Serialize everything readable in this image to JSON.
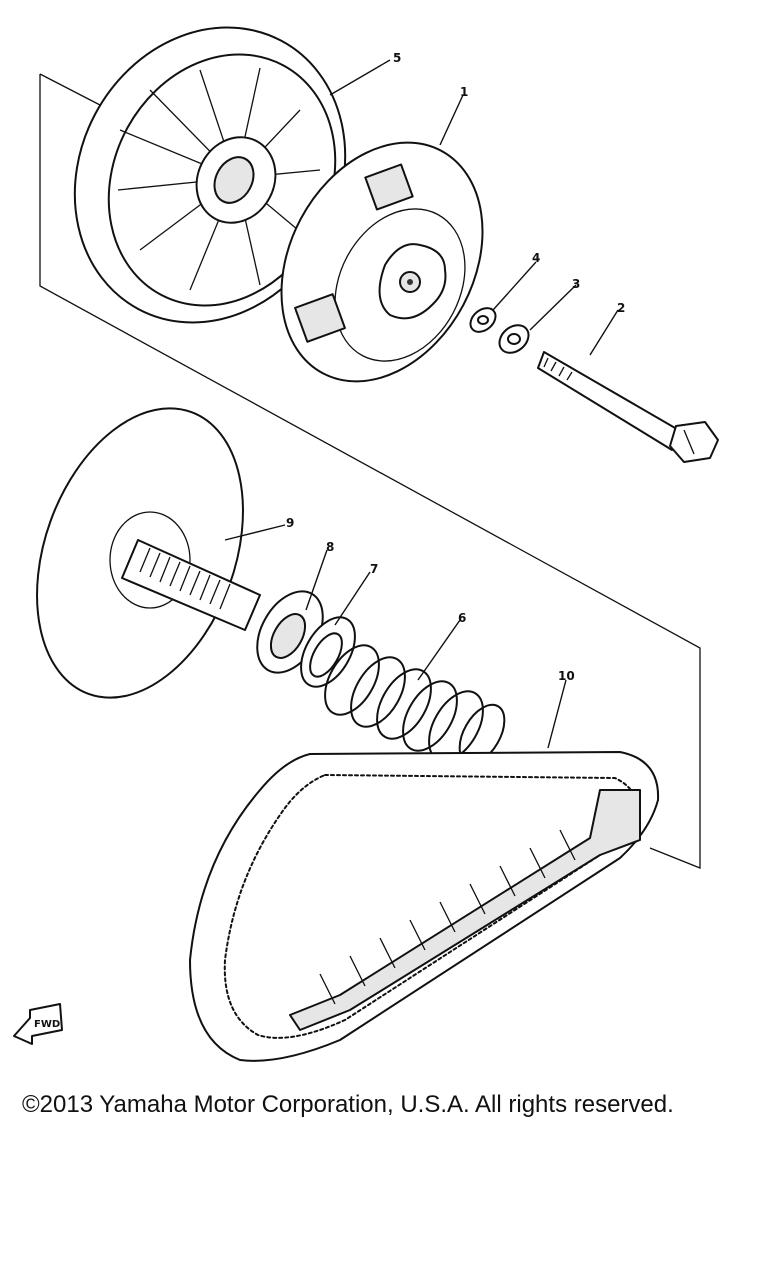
{
  "callouts": [
    {
      "id": "1",
      "label": "1"
    },
    {
      "id": "2",
      "label": "2"
    },
    {
      "id": "3",
      "label": "3"
    },
    {
      "id": "4",
      "label": "4"
    },
    {
      "id": "5",
      "label": "5"
    },
    {
      "id": "6",
      "label": "6"
    },
    {
      "id": "7",
      "label": "7"
    },
    {
      "id": "8",
      "label": "8"
    },
    {
      "id": "9",
      "label": "9"
    },
    {
      "id": "10",
      "label": "10"
    }
  ],
  "fwd_label": "FWD",
  "copyright": "©2013 Yamaha Motor Corporation, U.S.A. All rights reserved."
}
